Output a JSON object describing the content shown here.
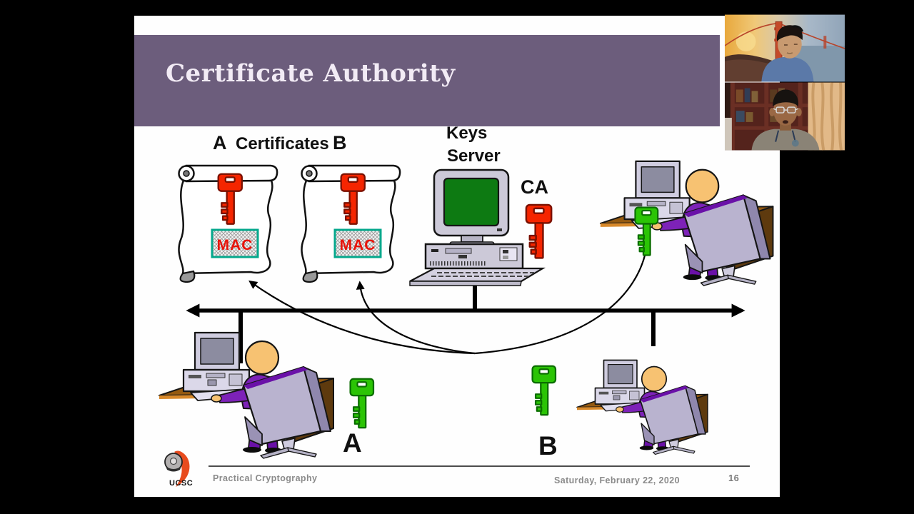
{
  "slide": {
    "title": "Certificate Authority",
    "diagram": {
      "label_a": "A",
      "label_certificates": "Certificates",
      "label_b": "B",
      "label_keys": "Keys",
      "label_server": "Server",
      "label_ca": "CA",
      "mac_a": "MAC",
      "mac_b": "MAC",
      "user_key_a": "A",
      "user_key_b": "B",
      "icons": {
        "certificate_a": "scroll-certificate-with-red-key-and-mac",
        "certificate_b": "scroll-certificate-with-red-key-and-mac",
        "keys_server": "desktop-computer-with-green-crt-screen",
        "ca_key": "red-key-icon",
        "user_key": "green-key-icon",
        "workstation": "person-at-desk-clipart",
        "network": "double-arrow-bus-line-with-taps"
      }
    },
    "footer": {
      "logo_text": "UCSC",
      "course": "Practical Cryptography",
      "date": "Saturday, February 22, 2020",
      "page": "16"
    }
  },
  "webcams": {
    "top": "presenter-golden-gate-bridge-background",
    "bottom": "presenter-bookshelf-and-curtain-room"
  },
  "colors": {
    "banner_bg": "#6c5d7c",
    "banner_text": "#f2ebf5",
    "key_red": "#f52500",
    "key_green": "#2bc405",
    "mac_text": "#e8140a",
    "mac_border": "#04a88c",
    "footer_text": "#8a8a8a"
  }
}
